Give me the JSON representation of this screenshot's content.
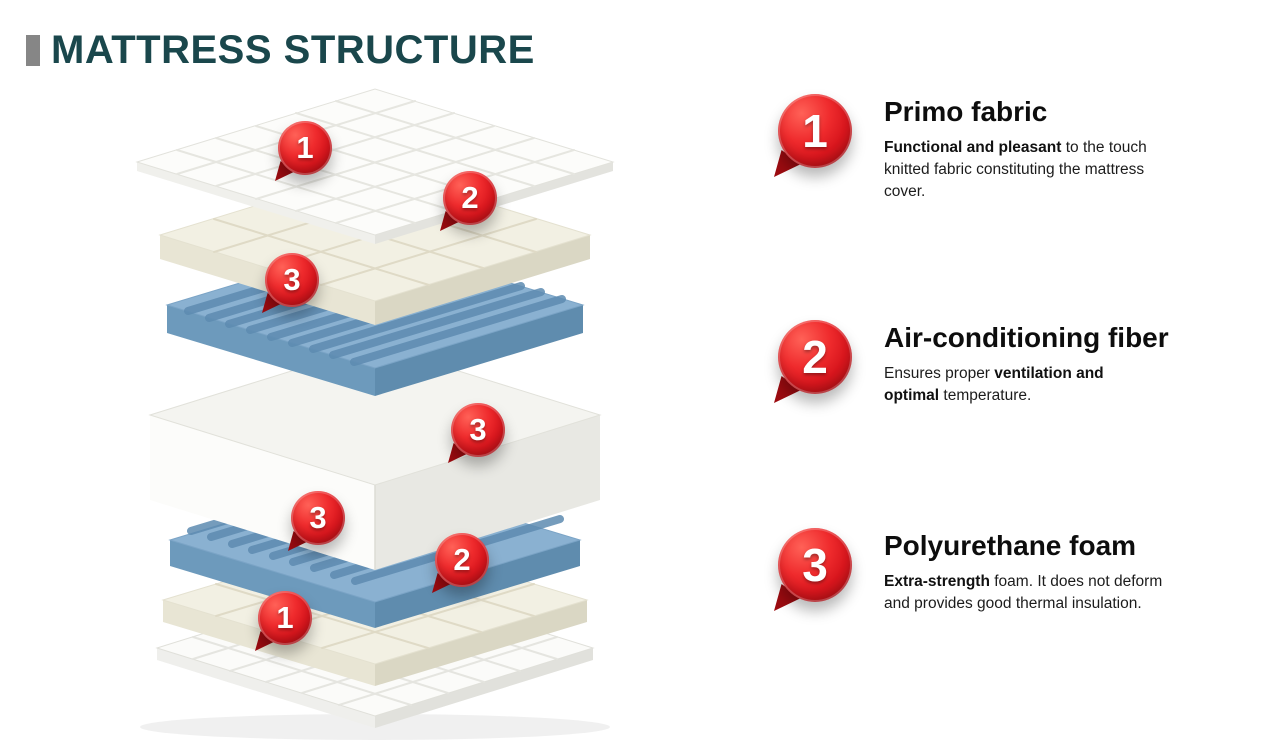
{
  "header": {
    "title": "MATTRESS STRUCTURE",
    "title_color": "#1a474c",
    "accent_bar_color": "#868686"
  },
  "diagram": {
    "description_icon": "exploded-mattress-layers-illustration",
    "layer_colors": {
      "fabric_white": "#fcfcfa",
      "cream_padding": "#f2f0e3",
      "foam_blue": "#8ab1d1",
      "foam_white": "#f4f4f0",
      "badge_red": "#e31e24",
      "badge_red_dark": "#9c0b10"
    },
    "badges": [
      {
        "label": "1"
      },
      {
        "label": "2"
      },
      {
        "label": "3"
      },
      {
        "label": "3"
      },
      {
        "label": "3"
      },
      {
        "label": "2"
      },
      {
        "label": "1"
      }
    ]
  },
  "legend": {
    "items": [
      {
        "number": "1",
        "title": "Primo fabric",
        "desc_pre": "",
        "desc_bold": "Functional and pleasant",
        "desc_post": " to the touch knitted fabric constituting the mattress cover."
      },
      {
        "number": "2",
        "title": "Air-conditioning fiber",
        "desc_pre": "Ensures proper ",
        "desc_bold": "ventilation and optimal",
        "desc_post": " temperature."
      },
      {
        "number": "3",
        "title": "Polyurethane foam",
        "desc_pre": "",
        "desc_bold": "Extra-strength",
        "desc_post": " foam. It does not deform and provides good thermal insulation."
      }
    ]
  }
}
